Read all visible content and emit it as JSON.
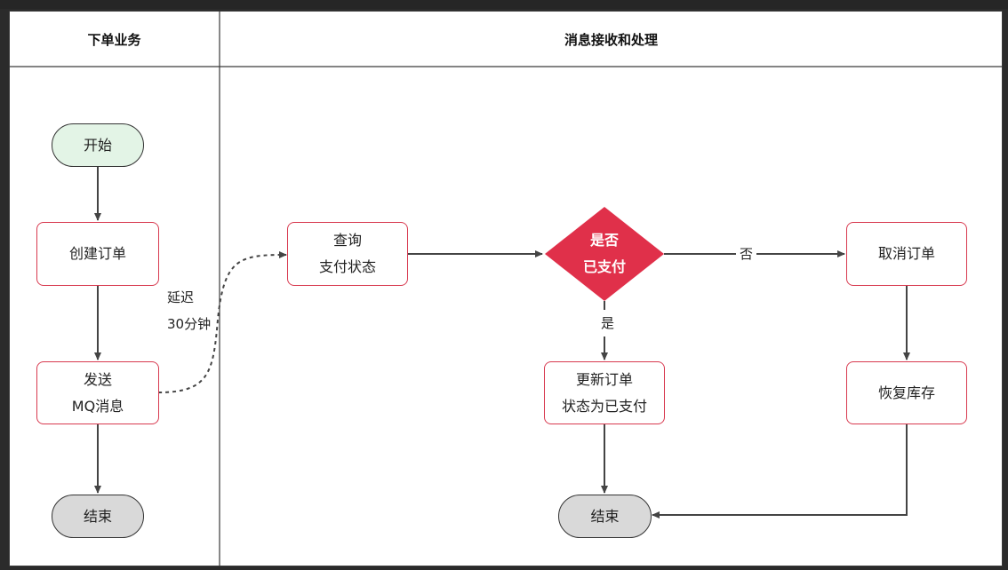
{
  "lanes": {
    "left_title": "下单业务",
    "right_title": "消息接收和处理"
  },
  "nodes": {
    "start": "开始",
    "create_order": "创建订单",
    "send_mq_line1": "发送",
    "send_mq_line2": "MQ消息",
    "end_left": "结束",
    "query_line1": "查询",
    "query_line2": "支付状态",
    "decision_line1": "是否",
    "decision_line2": "已支付",
    "cancel_order": "取消订单",
    "restore_stock": "恢复库存",
    "update_line1": "更新订单",
    "update_line2": "状态为已支付",
    "end_right": "结束"
  },
  "edge_labels": {
    "delay_line1": "延迟",
    "delay_line2": "30分钟",
    "no": "否",
    "yes": "是"
  },
  "colors": {
    "accent": "#d8394f",
    "start_fill": "#e3f4e6",
    "end_fill": "#d9d9d9",
    "arrow": "#444444"
  }
}
